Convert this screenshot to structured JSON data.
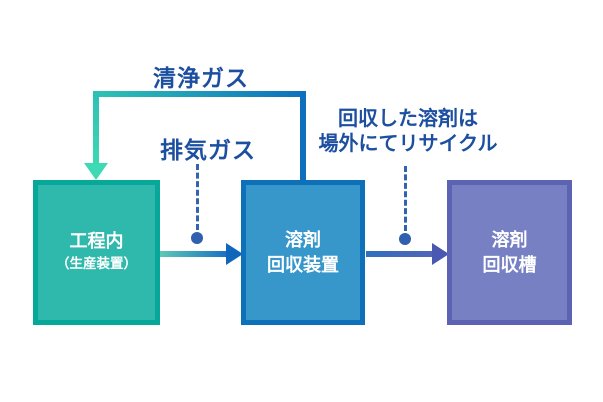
{
  "diagram": {
    "annotations": {
      "clean_gas": "清浄ガス",
      "exhaust_gas": "排気ガス",
      "recycle_note_line1": "回収した溶剤は",
      "recycle_note_line2": "場外にてリサイクル"
    },
    "nodes": [
      {
        "id": "process",
        "label_line1": "工程内",
        "label_line2": "（生産装置）",
        "fill": "#2FB9AC",
        "border": "#07A89A"
      },
      {
        "id": "solvent-recovery-device",
        "label_line1": "溶剤",
        "label_line2": "回収装置",
        "fill": "#3897CA",
        "border": "#0D70B9"
      },
      {
        "id": "solvent-recovery-tank",
        "label_line1": "溶剤",
        "label_line2": "回収槽",
        "fill": "#7780C3",
        "border": "#5C63B3"
      }
    ],
    "edges": [
      {
        "from": "solvent-recovery-device",
        "to": "process",
        "label": "清浄ガス",
        "style": "solid-elbow",
        "color_start": "#0E70BC",
        "color_end": "#3EDAB4"
      },
      {
        "from": "process",
        "to": "solvent-recovery-device",
        "label": "排気ガス",
        "style": "solid",
        "color_start": "#5BC8B6",
        "color_end": "#1A6FC0"
      },
      {
        "from": "solvent-recovery-device",
        "to": "solvent-recovery-tank",
        "label": "回収した溶剤は場外にてリサイクル",
        "style": "solid",
        "color_start": "#2F70BD",
        "color_end": "#4A58B2"
      }
    ],
    "colors": {
      "background": "#FFFFFF",
      "annotation_text": "#1D4FA0",
      "node_text": "#FFFFFF",
      "dashed_connector": "#3263AF",
      "connector_dot": "#2F5FAE"
    }
  }
}
